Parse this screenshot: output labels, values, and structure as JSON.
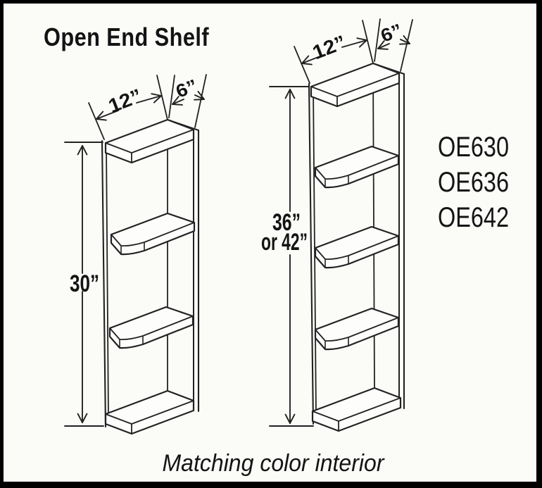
{
  "page": {
    "title": "Open End Shelf",
    "footer_note": "Matching color interior"
  },
  "product_codes": {
    "code1": "OE630",
    "code2": "OE636",
    "code3": "OE642"
  },
  "left_unit": {
    "width": "12”",
    "depth": "6”",
    "height": "30”"
  },
  "right_unit": {
    "width": "12”",
    "depth": "6”",
    "height_line1": "36”",
    "height_line2": "or 42”"
  },
  "colors": {
    "line": "#222222",
    "background": "#fbfbf8",
    "border": "#000000"
  }
}
